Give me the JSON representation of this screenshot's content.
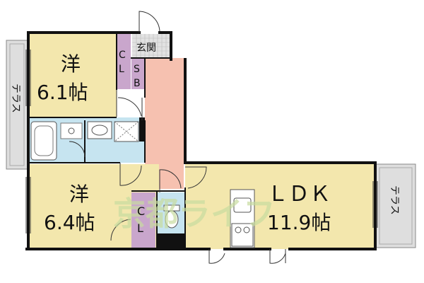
{
  "floorplan": {
    "rooms": {
      "western_top": {
        "kanji": "洋",
        "size": "6.1帖"
      },
      "western_bottom": {
        "kanji": "洋",
        "size": "6.4帖"
      },
      "ldk": {
        "title": "ＬＤＫ",
        "size": "11.9帖"
      }
    },
    "labels": {
      "genkan": "玄関",
      "cl_top_1": "C",
      "cl_top_2": "L",
      "sb_1": "S",
      "sb_2": "B",
      "cl_bottom_1": "C",
      "cl_bottom_2": "L",
      "terrace_left": "テラス",
      "terrace_right": "テラス"
    },
    "watermark": "京都ライフ",
    "colors": {
      "room_fill": "#f3e7ad",
      "hall_fill": "#f6c1b0",
      "bath_fill": "#c6e4f0",
      "closet_fill": "#c9a6cc",
      "wall": "#111111",
      "terrace_fill": "#dedede"
    }
  }
}
